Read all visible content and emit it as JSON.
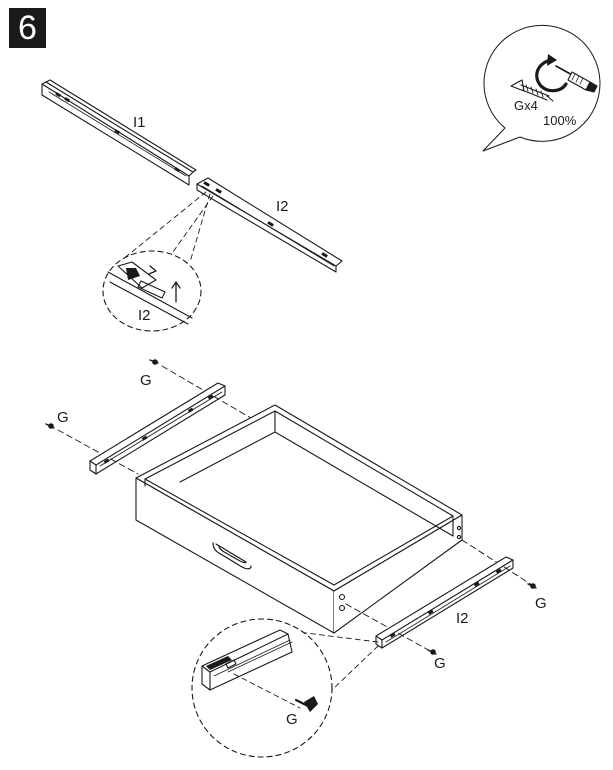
{
  "step": {
    "number": "6"
  },
  "hardware_callout": {
    "quantity": "Gx4",
    "scale": "100%",
    "icons": [
      "screw-icon",
      "rotate-arrow-icon",
      "screwdriver-icon"
    ]
  },
  "parts": {
    "rail_outer": "I1",
    "rail_inner": "I2",
    "detail_label": "I2",
    "drawer_rail_label": "I2",
    "screw": "G"
  }
}
